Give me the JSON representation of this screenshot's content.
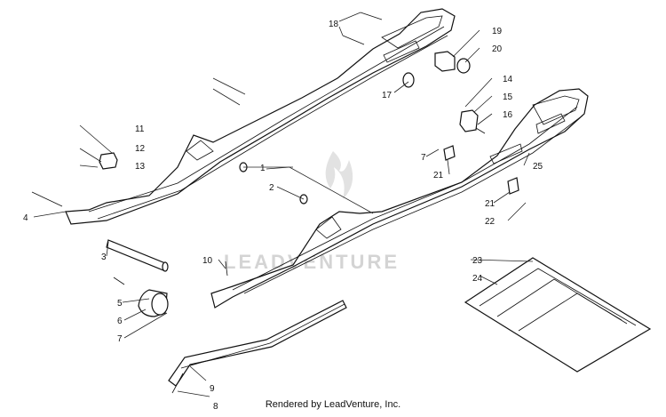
{
  "callouts": [
    "1",
    "2",
    "3",
    "4",
    "5",
    "6",
    "7",
    "7",
    "8",
    "9",
    "10",
    "11",
    "12",
    "13",
    "14",
    "15",
    "16",
    "17",
    "18",
    "19",
    "20",
    "21",
    "21",
    "22",
    "23",
    "24",
    "25"
  ],
  "watermark": "LEADVENTURE",
  "footer": "Rendered by LeadVenture, Inc."
}
